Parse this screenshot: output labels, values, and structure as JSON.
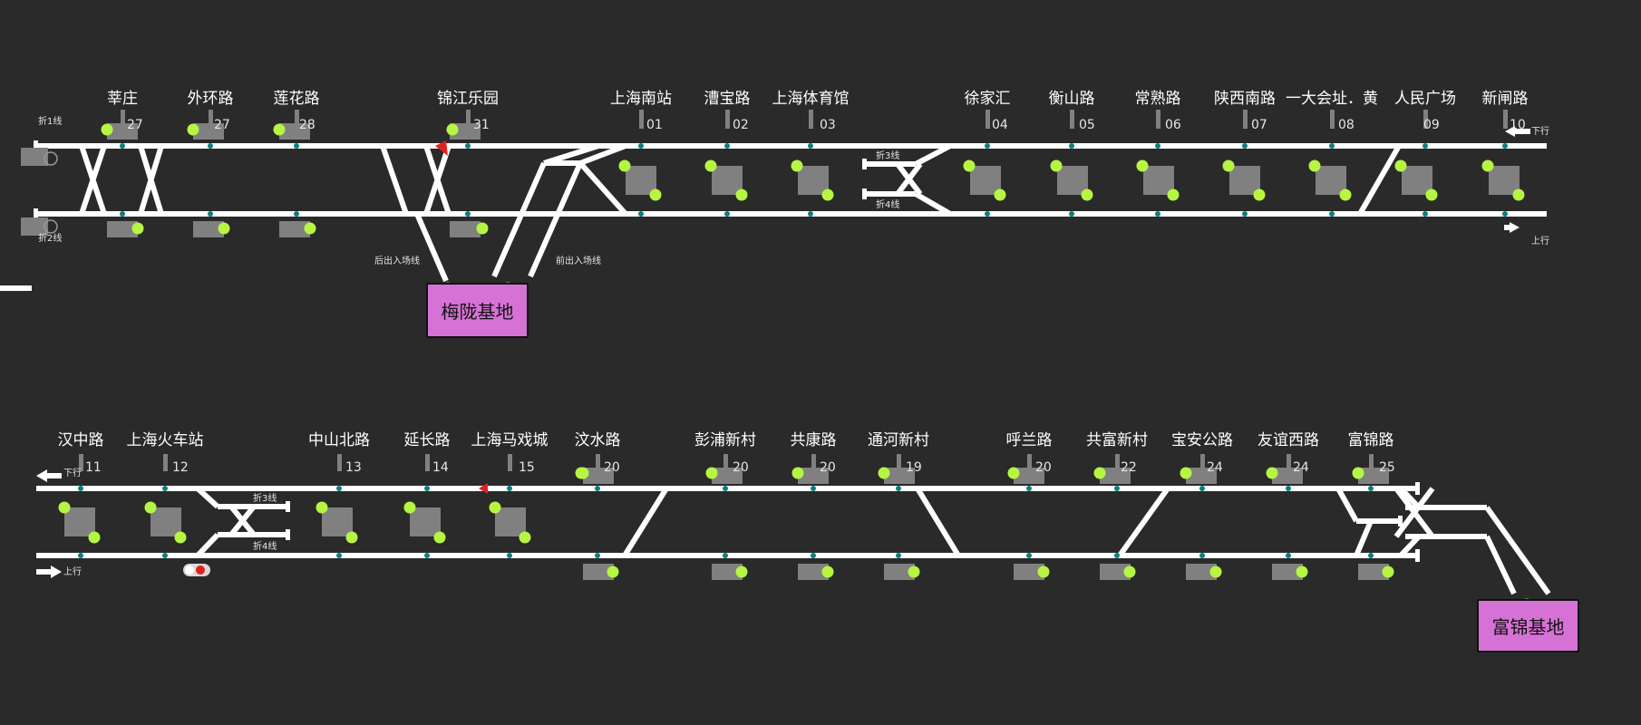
{
  "line1": {
    "stations": [
      {
        "name": "莘庄",
        "code": "27"
      },
      {
        "name": "外环路",
        "code": "27"
      },
      {
        "name": "莲花路",
        "code": "28"
      },
      {
        "name": "锦江乐园",
        "code": "31"
      },
      {
        "name": "上海南站",
        "code": "01"
      },
      {
        "name": "漕宝路",
        "code": "02"
      },
      {
        "name": "上海体育馆",
        "code": "03"
      },
      {
        "name": "徐家汇",
        "code": "04"
      },
      {
        "name": "衡山路",
        "code": "05"
      },
      {
        "name": "常熟路",
        "code": "06"
      },
      {
        "name": "陕西南路",
        "code": "07"
      },
      {
        "name": "一大会址．黄",
        "code": "08"
      },
      {
        "name": "人民广场",
        "code": "09"
      },
      {
        "name": "新闸路",
        "code": "10"
      }
    ],
    "labels": {
      "fold1": "折1线",
      "fold2": "折2线",
      "fold3": "折3线",
      "fold4": "折4线",
      "down": "下行",
      "up": "上行",
      "rear_access": "后出入场线",
      "front_access": "前出入场线"
    },
    "depot": "梅陇基地"
  },
  "line2": {
    "stations": [
      {
        "name": "汉中路",
        "code": "11"
      },
      {
        "name": "上海火车站",
        "code": "12"
      },
      {
        "name": "中山北路",
        "code": "13"
      },
      {
        "name": "延长路",
        "code": "14"
      },
      {
        "name": "上海马戏城",
        "code": "15"
      },
      {
        "name": "汶水路",
        "code": "20"
      },
      {
        "name": "彭浦新村",
        "code": "20"
      },
      {
        "name": "共康路",
        "code": "20"
      },
      {
        "name": "通河新村",
        "code": "19"
      },
      {
        "name": "呼兰路",
        "code": "20"
      },
      {
        "name": "共富新村",
        "code": "22"
      },
      {
        "name": "宝安公路",
        "code": "24"
      },
      {
        "name": "友谊西路",
        "code": "24"
      },
      {
        "name": "富锦路",
        "code": "25"
      }
    ],
    "labels": {
      "down": "下行",
      "up": "上行",
      "fold3": "折3线",
      "fold4": "折4线"
    },
    "depot": "富锦基地"
  },
  "colors": {
    "background": "#2a2a2a",
    "track": "#ffffff",
    "platform": "#808080",
    "signal_green": "#b6f542",
    "node_teal": "#0b7f7f",
    "depot_fill": "#d672d6",
    "red_signal": "#e02020"
  }
}
